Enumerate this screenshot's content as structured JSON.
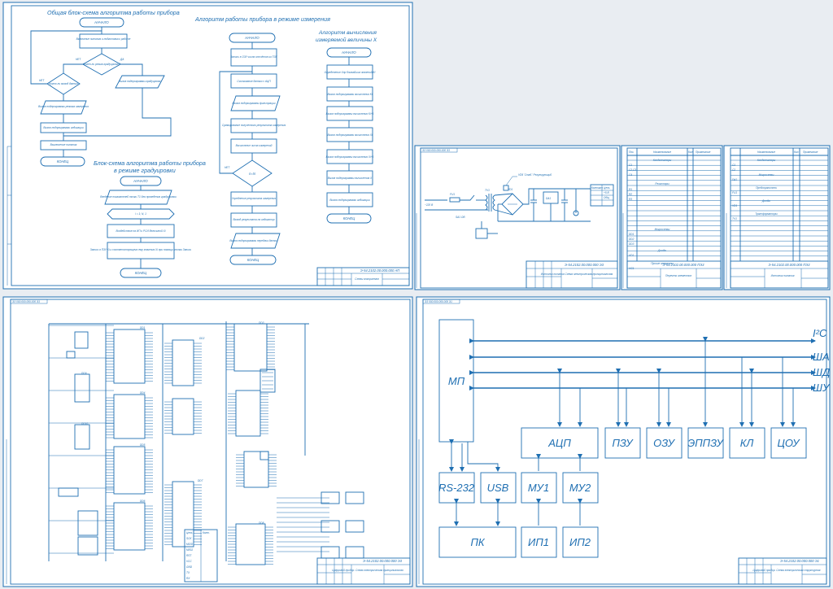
{
  "sheet1": {
    "title_general": "Общая блок-схема алгоритма работы прибора",
    "title_measure": "Алгоритм работы прибора в режиме измерения",
    "title_calc_1": "Алгоритм вычисления",
    "title_calc_2": "измеряемой величины Х",
    "title_calib_1": "Блок-схема алгоритма работы прибора",
    "title_calib_2": "в режиме градуировки",
    "stamp_code": "Э-54.2102.00.000.000 АП",
    "stamp_name": "Схемы алгоритмов",
    "general": {
      "start": "НАЧАЛО",
      "init": "Включение питания и подготовка к работе",
      "decision1": "Нужен ли режим градуировки?",
      "decision2": "Нужно ли вывод данных",
      "yes": "ДА",
      "no": "НЕТ",
      "calib_sub": "Вызов подпрограммы градуировки",
      "measure_sub": "Вызов подпрограммы режима измерения",
      "output_sub": "Вызов подпрограммы индикации",
      "power_off": "Выключение питания",
      "end": "КОНЕЦ"
    },
    "calib": {
      "start": "НАЧАЛО",
      "step1": "Введение показателей точки Т1 для проведения градуировки",
      "loop": "i = 1; N, 1",
      "step2": "Воздействие на ИП и РСИ Величиной Xi",
      "step3": "Запись в ПЗУ Ki и соответствующего ему значения Xi при помощи кнопки Запись",
      "end": "КОНЕЦ"
    },
    "measure": {
      "start": "НАЧАЛО",
      "step1": "Запись в ОЗУ числа отсчётов из ПЗУ",
      "step2": "Считывание данных с АЦП",
      "step3": "Вызов подпрограммы фильтрации",
      "step4": "Суммирование полученного результата измерения",
      "step5": "Вычисление числа измерений",
      "decision": "n=N",
      "no": "НЕТ",
      "step6": "Усреднение результата измерения",
      "step7": "Вывод результата на индикатор",
      "step8": "Вызов подпрограммы передачи данных",
      "end": "КОНЕЦ"
    },
    "calc": {
      "start": "НАЧАЛО",
      "step1": "Определение Xпр ближайших значений Ki",
      "step2": "Вызов подпрограммы вычисления Ki",
      "step3": "Вызов подпрограммы вычисления Ki+1",
      "step4": "Вызов подпрограммы вычисления Xi",
      "step5": "Вызов подпрограммы вычисления Xi+1",
      "step6": "Вызов подпрограммы вычисления Х",
      "step7": "Вызов подпрограммы индикации",
      "end": "КОНЕЦ"
    }
  },
  "sheet2": {
    "corner_code": "ЭЗ 000.000.000.000 Э3",
    "mains": "~220 В",
    "switch": "SA1 ОВ",
    "fuse": "FU1",
    "transformer": "TV1",
    "bridge": "VD1",
    "regulator": "DA1",
    "note": "VD5 'Стаб.' Регулирующий",
    "connector_label": "Контакт",
    "conn_cols": [
      "Цепь"
    ],
    "conn_rows": [
      "+5 В",
      "Общ"
    ],
    "stamp_code": "Э-54.2102.00.000.000 Э3",
    "stamp_name": "Источник питания Схема электрическая принципиальная"
  },
  "sheet3": {
    "stamp_code": "Э-54.2102.00.000.000 ПЭ3",
    "stamp_name": "Перечень элементов",
    "col_pos": "Поз.",
    "col_name": "Наименование",
    "col_qty": "Кол.",
    "col_note": "Примечание",
    "sections": [
      "Конденсаторы",
      "Резисторы",
      "Микросхемы",
      "Диоды",
      "Прочие элементы"
    ],
    "rows": [
      "C1",
      "C2,C3",
      "C4",
      "R1",
      "R2",
      "R3",
      "DD1",
      "DD2",
      "DD3",
      "DA1",
      "VD1",
      "VD2",
      "HG1"
    ]
  },
  "sheet4": {
    "stamp_code": "Э-54.2102.00.000.000 ПЭ3",
    "stamp_name": "Источник питания",
    "col_name": "Наименование",
    "col_qty": "Кол.",
    "col_note": "Примечание",
    "sections": [
      "Конденсаторы",
      "Микросхемы",
      "Предохранители",
      "Диоды",
      "Трансформаторы"
    ],
    "rows": [
      "C1",
      "C2",
      "DA1",
      "FU1",
      "VD1",
      "TV1"
    ]
  },
  "sheet5": {
    "corner_code": "ЭЗ 000.000.000.000 Э3",
    "stamp_code": "Э-54.2102.00.000.000 Э3",
    "stamp_name": "Цифровой прибор. Схема электрическая принципиальная",
    "chips": [
      "DD1",
      "DD2",
      "DD3",
      "DD4",
      "DD5",
      "DD6",
      "DD7",
      "DD8",
      "DD9",
      "DD10"
    ],
    "table_head": [
      "Цепь",
      "Конт."
    ],
    "table_rows": [
      "SCK",
      "MOSI",
      "MISO",
      "RST",
      "VCC",
      "GND",
      "TX",
      "RX"
    ]
  },
  "sheet6": {
    "corner_code": "ЭЗ 000.000.000.000 Э1",
    "stamp_code": "Э-54.2102.00.000.000 Э1",
    "stamp_name": "Цифровой прибор. Схема электрическая структурная",
    "mp": "МП",
    "adc": "АЦП",
    "pzu": "ПЗУ",
    "ozu": "ОЗУ",
    "eppzu": "ЭППЗУ",
    "kl": "КЛ",
    "tsou": "ЦОУ",
    "rs232": "RS-232",
    "usb": "USB",
    "mu1": "МУ1",
    "mu2": "МУ2",
    "pc": "ПК",
    "ip1": "ИП1",
    "ip2": "ИП2",
    "bus_i2c": "I²C",
    "bus_sha": "ША",
    "bus_shd": "ШД",
    "bus_shu": "ШУ"
  }
}
